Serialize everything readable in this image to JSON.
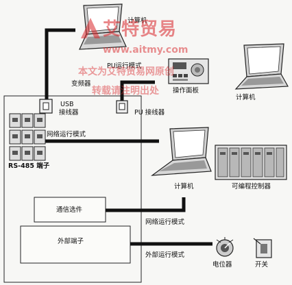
{
  "labels": {
    "computer_top": "计算机",
    "pu_mode": "PU运行模式",
    "inverter": "变频器",
    "operation_panel": "操作面板",
    "computer_right": "计算机",
    "usb": "USB",
    "usb_connector": "接线器",
    "pu_connector": "PU 接线器",
    "network_mode_1": "网络运行模式",
    "rs485": "RS-485 端子",
    "computer_mid": "计算机",
    "plc": "可编程控制器",
    "comm_option": "通信选件",
    "network_mode_2": "网络运行模式",
    "external_terminal": "外部端子",
    "external_mode": "外部运行模式",
    "potentiometer": "电位器",
    "switch": "开关"
  },
  "watermark": {
    "brand": "艾特贸易",
    "url": "www.aitmy.com",
    "notice_line1": "本文为艾特贸易网原创",
    "notice_line2": "转载请注明出处",
    "color": "#d9262a"
  },
  "colors": {
    "line": "#111111",
    "frame": "#222222",
    "background": "#f7f7f5"
  }
}
